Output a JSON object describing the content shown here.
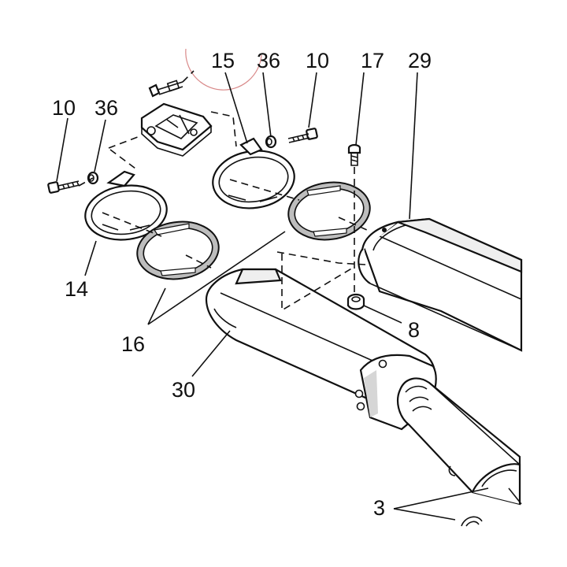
{
  "callouts": {
    "c10_left": "10",
    "c36_left": "36",
    "c15": "15",
    "c36_top": "36",
    "c10_top": "10",
    "c17": "17",
    "c29": "29",
    "c14": "14",
    "c16": "16",
    "c30": "30",
    "c8": "8",
    "c3": "3"
  },
  "colors": {
    "line": "#111111",
    "shade": "#d6d6d6",
    "marker_circle": "#d98a8a"
  }
}
